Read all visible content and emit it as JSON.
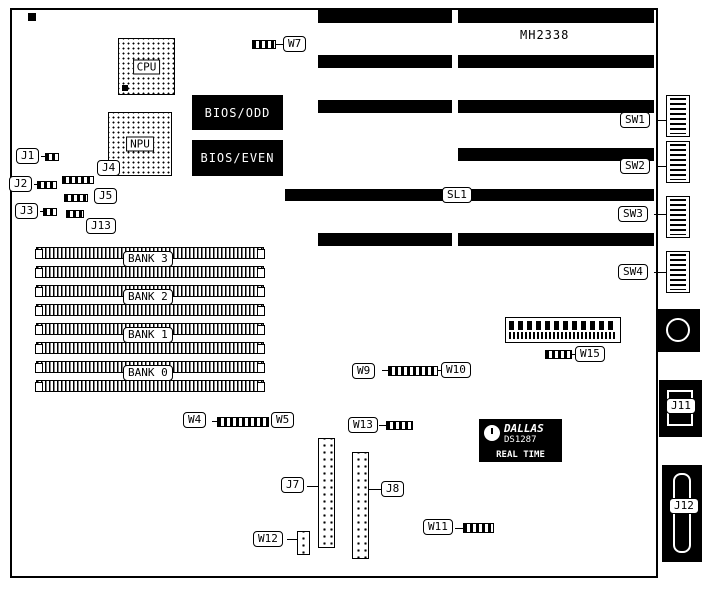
{
  "board": {
    "model": "MH2338"
  },
  "chips": {
    "cpu": "CPU",
    "npu": "NPU",
    "bios_odd": "BIOS/ODD",
    "bios_even": "BIOS/EVEN"
  },
  "rtc": {
    "brand": "DALLAS",
    "part": "DS1287",
    "tagline": "REAL TIME"
  },
  "labels": {
    "w7": "W7",
    "sw1": "SW1",
    "sw2": "SW2",
    "sw3": "SW3",
    "sw4": "SW4",
    "j1": "J1",
    "j2": "J2",
    "j3": "J3",
    "j4": "J4",
    "j5": "J5",
    "j13": "J13",
    "sl1": "SL1",
    "bank3": "BANK 3",
    "bank2": "BANK 2",
    "bank1": "BANK 1",
    "bank0": "BANK 0",
    "w9": "W9",
    "w10": "W10",
    "w15": "W15",
    "w4": "W4",
    "w5": "W5",
    "w13": "W13",
    "j7": "J7",
    "j8": "J8",
    "w12": "W12",
    "w11": "W11",
    "j11": "J11",
    "j12": "J12"
  },
  "colors": {
    "ink": "#000000",
    "paper": "#ffffff"
  }
}
